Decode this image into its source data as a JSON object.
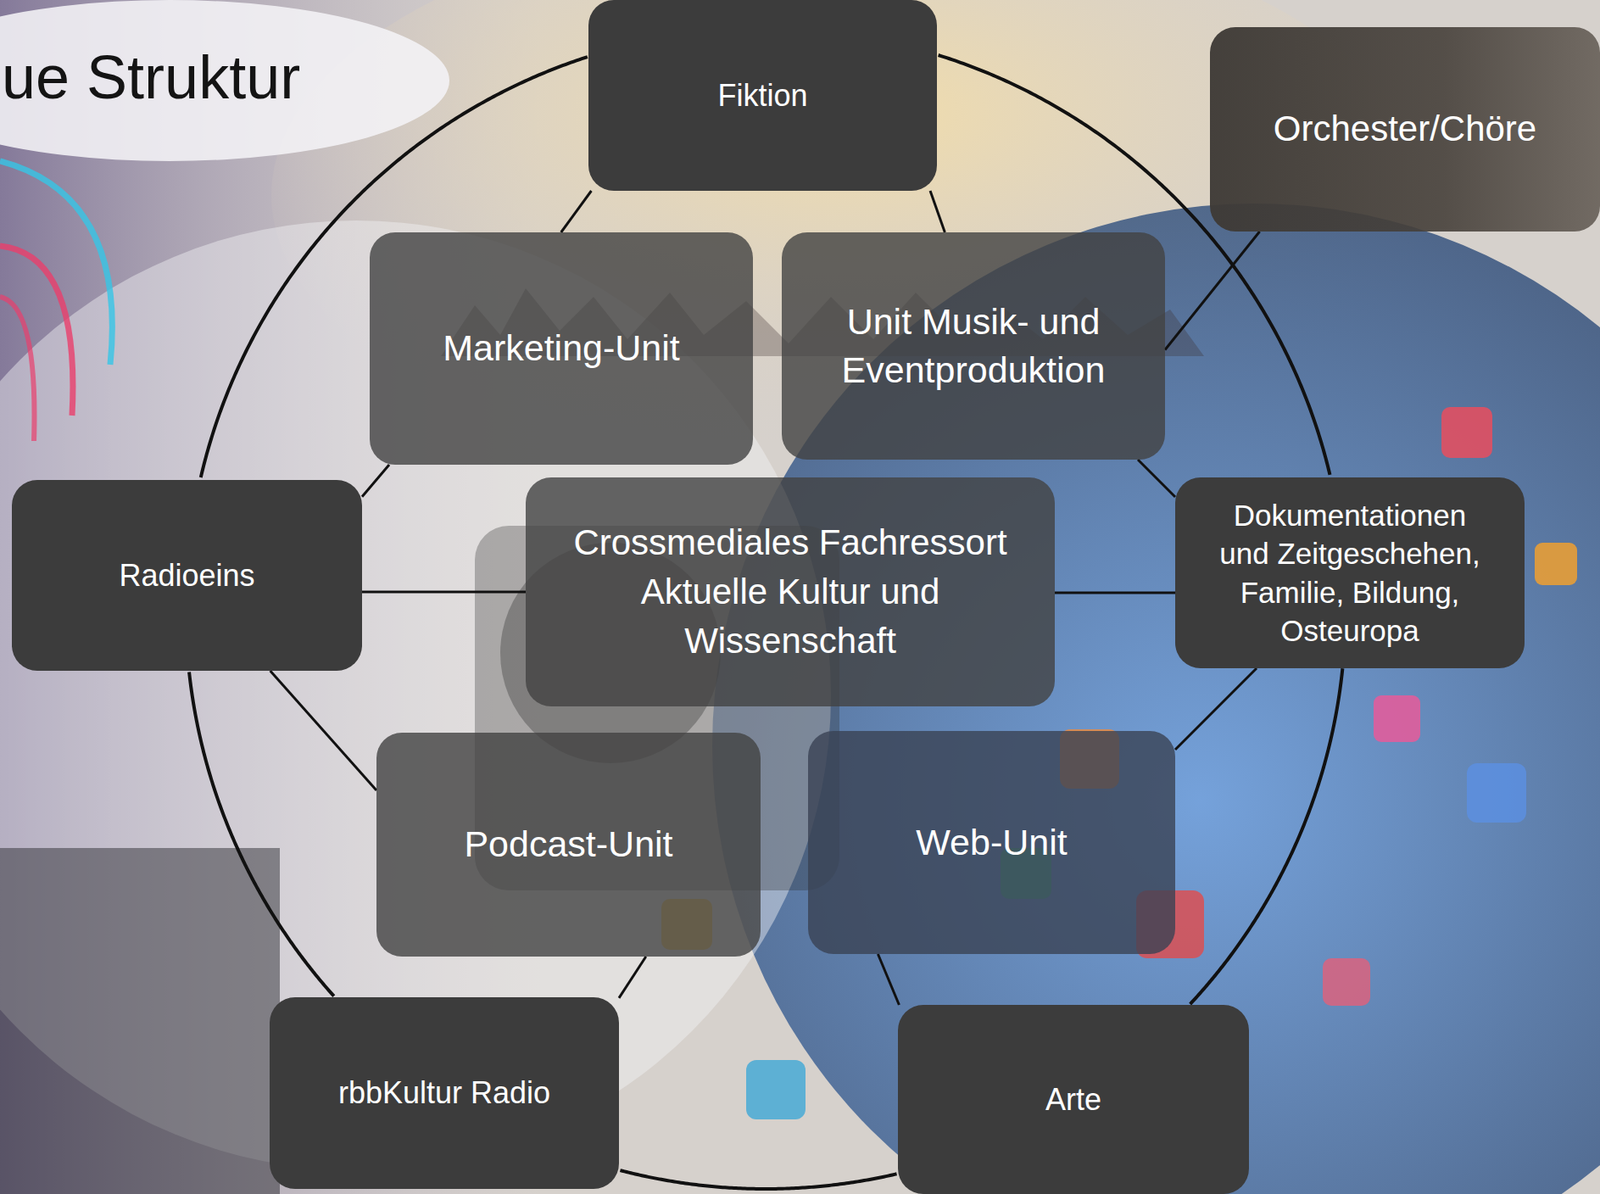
{
  "diagram": {
    "title": "ue Struktur",
    "nodes": [
      {
        "text": [
          "Fiktion"
        ]
      },
      {
        "text": [
          "Orchester/Chöre"
        ]
      },
      {
        "text": [
          "Marketing-Unit"
        ]
      },
      {
        "text": [
          "Unit Musik- und Eventproduktion"
        ]
      },
      {
        "text": [
          "Radioeins"
        ]
      },
      {
        "text": [
          "Crossmediales Fachressort Aktuelle Kultur und Wissenschaft"
        ]
      },
      {
        "text": [
          "Dokumentationen und Zeitgeschehen, Familie, Bildung, Osteuropa"
        ]
      },
      {
        "text": [
          "Podcast-Unit"
        ]
      },
      {
        "text": [
          "Web-Unit"
        ]
      },
      {
        "text": [
          "rbbKultur Radio"
        ]
      },
      {
        "text": [
          "Arte"
        ]
      }
    ],
    "edges": [
      {
        "from": 0,
        "to": 2,
        "arrow": "none"
      },
      {
        "from": 0,
        "to": 3,
        "arrow": "none"
      },
      {
        "from": 2,
        "to": 4,
        "arrow": "none"
      },
      {
        "from": 4,
        "to": 5,
        "arrow": "none"
      },
      {
        "from": 5,
        "to": 6,
        "arrow": "none"
      },
      {
        "from": 3,
        "to": 6,
        "arrow": "none"
      },
      {
        "from": 3,
        "to": 1,
        "arrow": "none"
      },
      {
        "from": 4,
        "to": 7,
        "arrow": "none"
      },
      {
        "from": 6,
        "to": 8,
        "arrow": "none"
      },
      {
        "from": 7,
        "to": 9,
        "arrow": "none"
      },
      {
        "from": 8,
        "to": 10,
        "arrow": "none"
      },
      {
        "from": 0,
        "to": 6,
        "arrow": "none"
      },
      {
        "from": 6,
        "to": 10,
        "arrow": "none"
      },
      {
        "from": 10,
        "to": 9,
        "arrow": "none"
      },
      {
        "from": 9,
        "to": 4,
        "arrow": "none"
      },
      {
        "from": 4,
        "to": 0,
        "arrow": "none"
      }
    ]
  }
}
